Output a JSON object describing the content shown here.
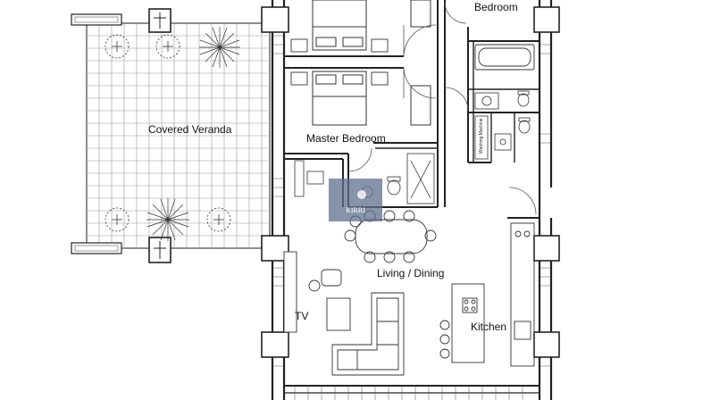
{
  "plan": {
    "rooms": {
      "bedroom": "Bedroom",
      "covered_veranda": "Covered Veranda",
      "master_bedroom": "Master Bedroom",
      "living_dining": "Living / Dining",
      "tv": "TV",
      "kitchen": "Kitchen"
    },
    "washing_machine_label": "Washing Machine",
    "watermark_logo": "KIRRI"
  },
  "colors": {
    "wall": "#222222",
    "grid": "#8a8a8a",
    "watermark": "#5f6f8c"
  }
}
